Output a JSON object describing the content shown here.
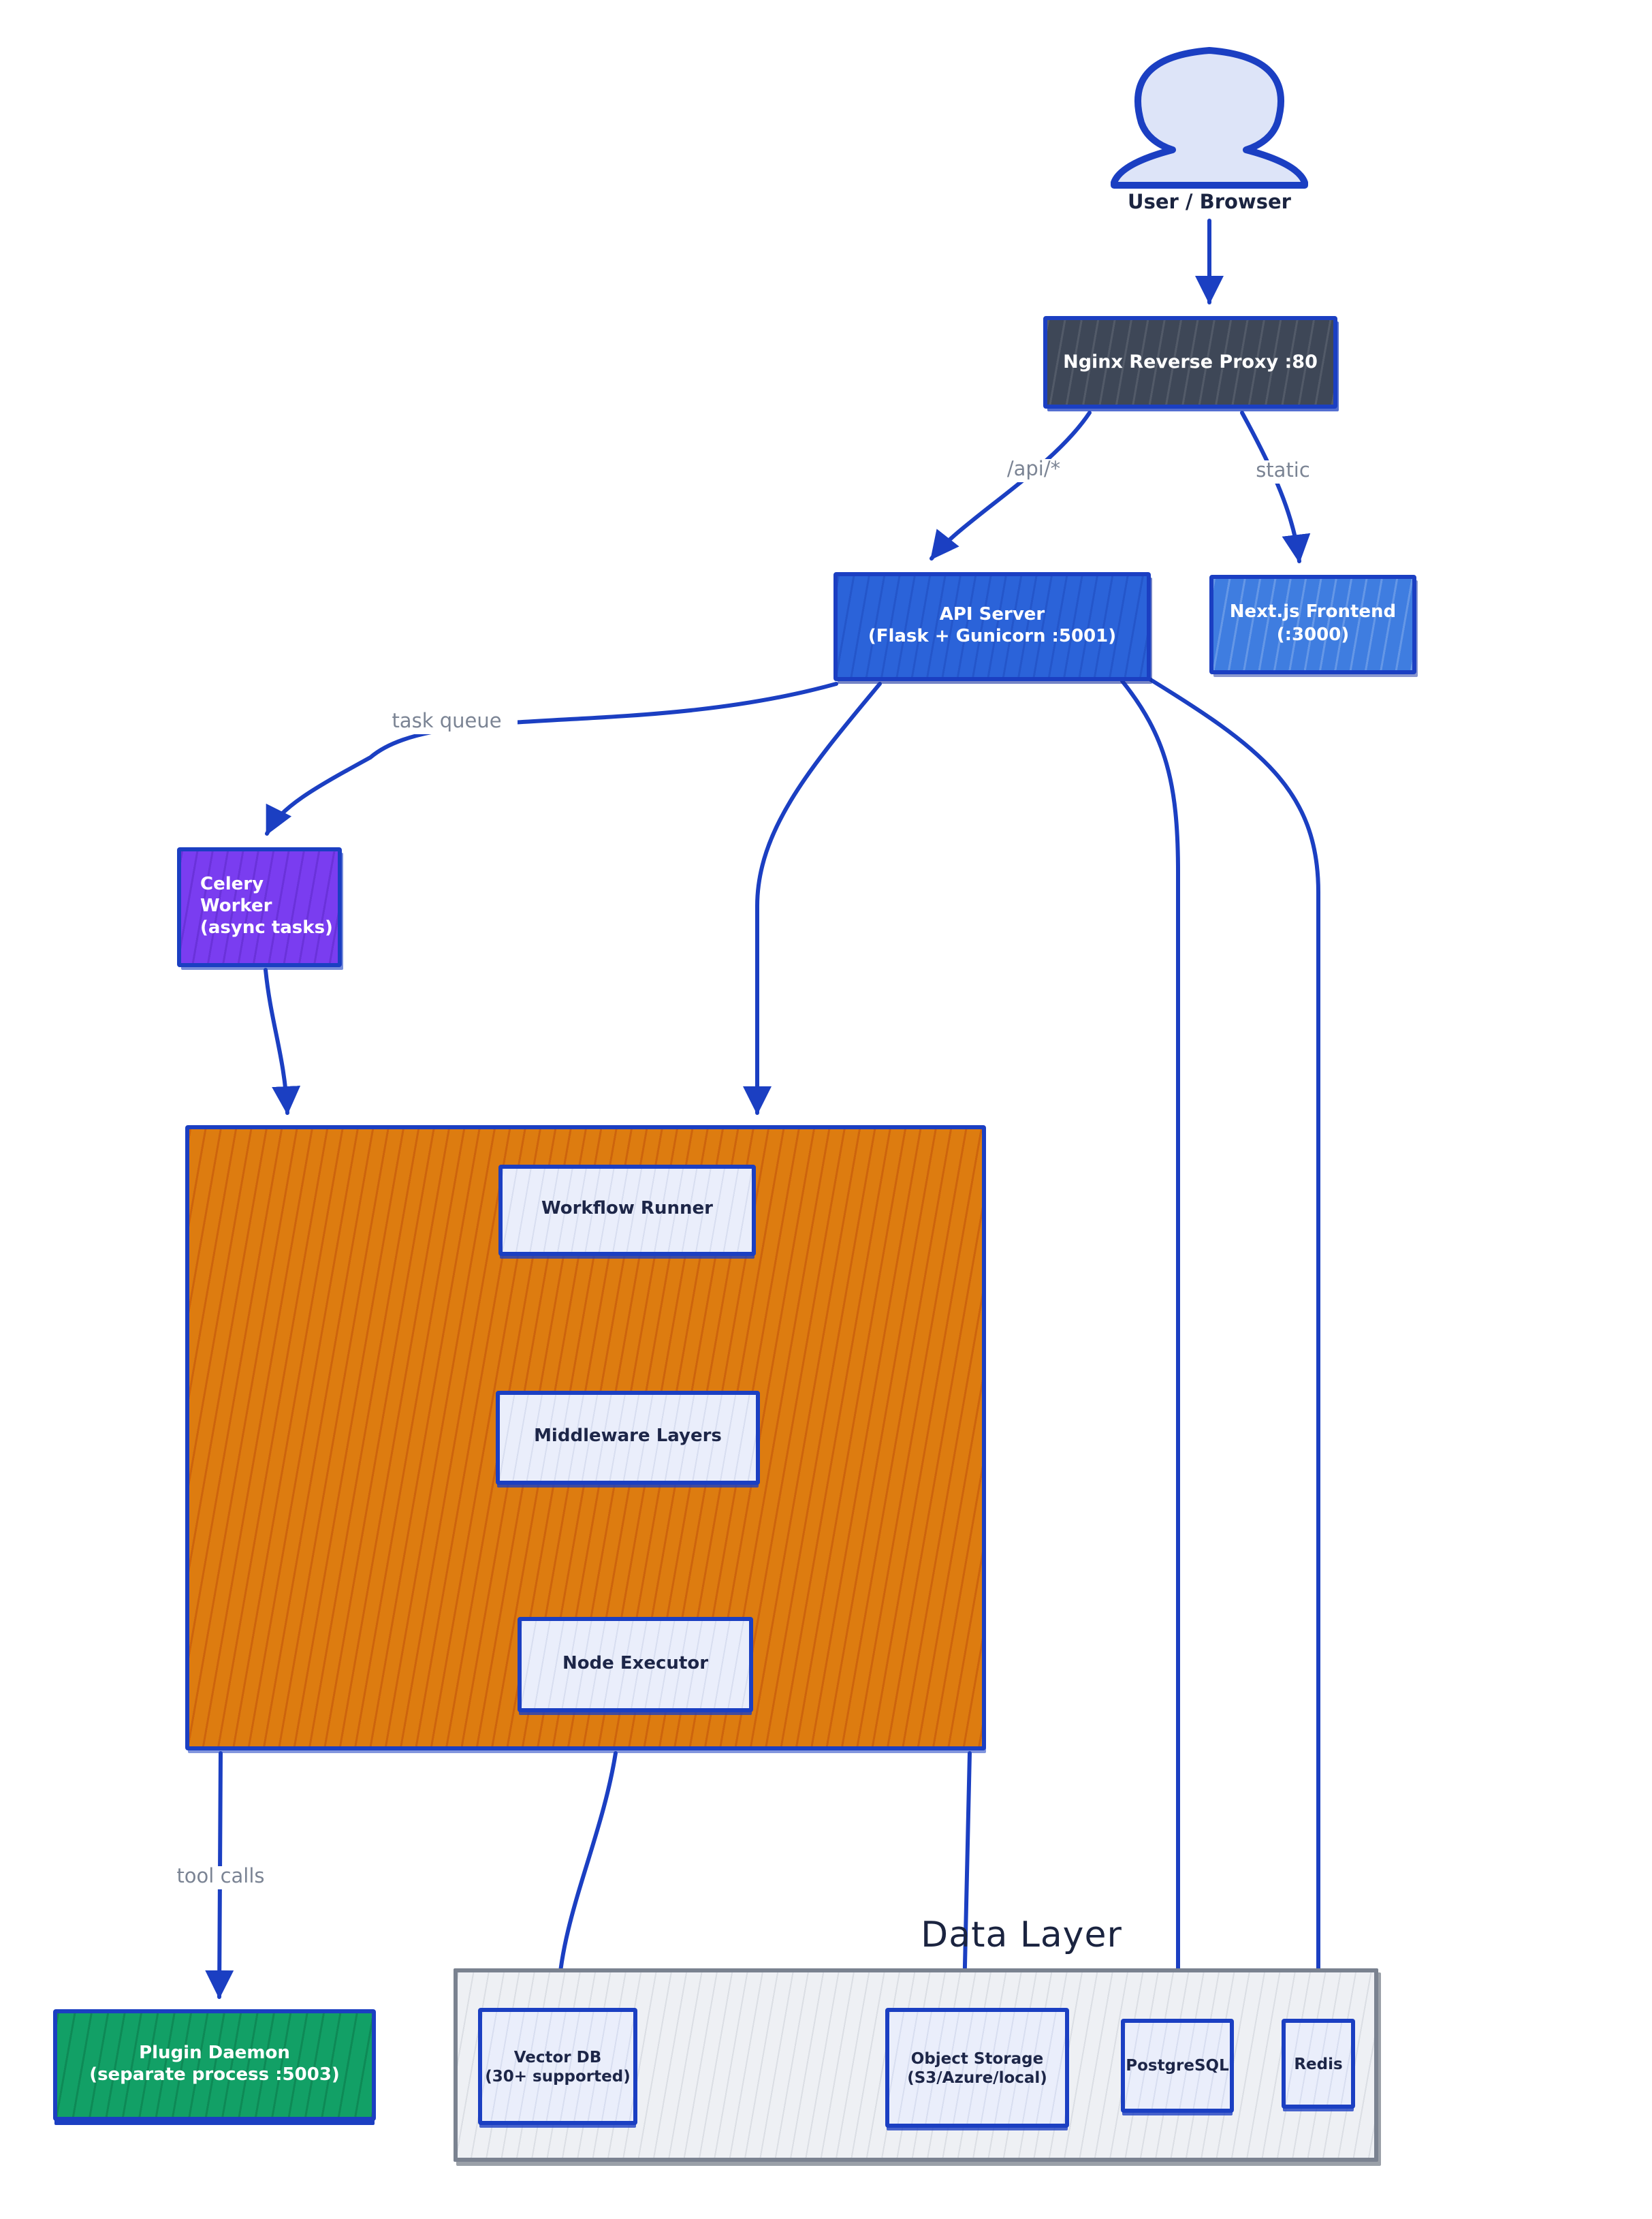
{
  "diagram": {
    "section_title": "Data Layer",
    "nodes": {
      "user": {
        "label": "User / Browser"
      },
      "nginx": {
        "label": "Nginx Reverse Proxy :80",
        "fill": "#3e4757"
      },
      "api_server": {
        "line1": "API Server",
        "line2": "(Flask + Gunicorn :5001)",
        "fill": "#2b63d9"
      },
      "nextjs": {
        "line1": "Next.js Frontend",
        "line2": "(:3000)",
        "fill": "#3f7de0"
      },
      "celery": {
        "line1": "Celery Worker",
        "line2": "(async tasks)",
        "fill": "#7a3df0"
      },
      "engine": {
        "fill": "#dd7c10"
      },
      "workflow_runner": {
        "label": "Workflow Runner"
      },
      "middleware_layers": {
        "label": "Middleware Layers"
      },
      "node_executor": {
        "label": "Node Executor"
      },
      "plugin_daemon": {
        "line1": "Plugin Daemon",
        "line2": "(separate process :5003)",
        "fill": "#12a066"
      },
      "vector_db": {
        "line1": "Vector DB",
        "line2": "(30+ supported)"
      },
      "object_storage": {
        "line1": "Object Storage",
        "line2": "(S3/Azure/local)"
      },
      "postgresql": {
        "label": "PostgreSQL"
      },
      "redis": {
        "label": "Redis"
      }
    },
    "edge_labels": {
      "api_route": "/api/*",
      "static_route": "static",
      "task_queue": "task queue",
      "tool_calls": "tool calls"
    },
    "colors": {
      "edge_blue": "#1b3fc2",
      "light_box_fill": "#eaeefb",
      "container_fill": "#eef0f4",
      "container_border": "#7a8290",
      "label_gray": "#7b8494",
      "text_dark": "#1d2648"
    }
  }
}
